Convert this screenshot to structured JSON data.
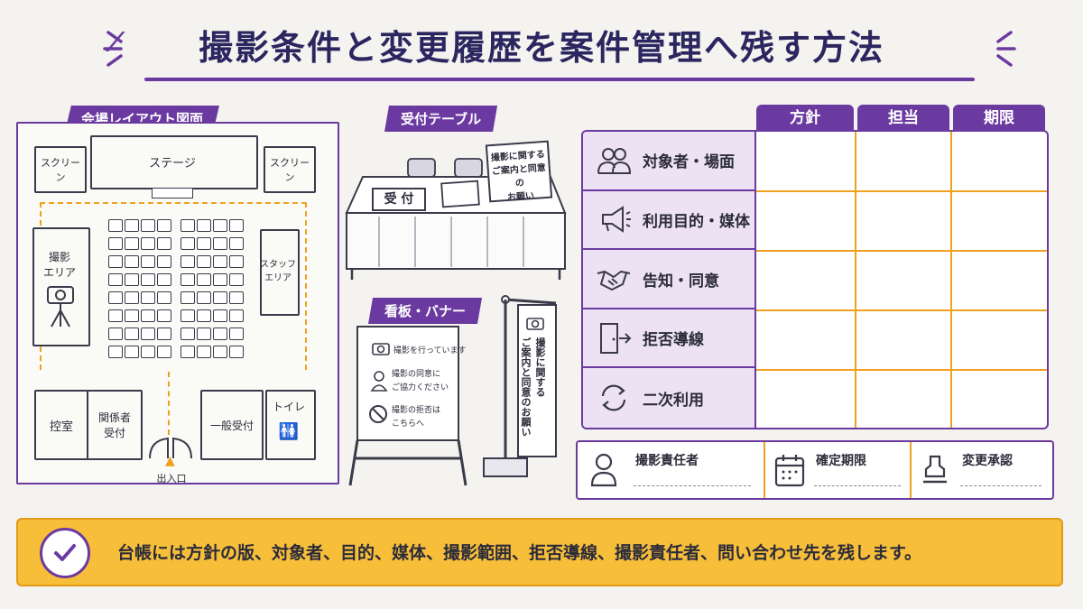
{
  "title": "撮影条件と変更履歴を案件管理へ残す方法",
  "venue": {
    "tag": "会場レイアウト図面",
    "screen_left": "スクリーン",
    "screen_right": "スクリーン",
    "stage": "ステージ",
    "shoot_area": "撮影\nエリア",
    "staff_area": "スタッフ\nエリア",
    "green_room": "控室",
    "staff_reception": "関係者\n受付",
    "general_reception": "一般受付",
    "toilet": "トイレ",
    "entrance": "出入口"
  },
  "reception": {
    "tag": "受付テーブル",
    "desk_label": "受 付",
    "sign": "撮影に関する\nご案内と同意の\nお願い"
  },
  "signboard": {
    "tag": "看板・バナー",
    "line1": "撮影を行っています",
    "line2": "撮影の同意に\nご協力ください",
    "line3": "撮影の拒否は\nこちらへ",
    "banner": "撮影に関する\nご案内と同意のお願い"
  },
  "matrix": {
    "headers": [
      "方針",
      "担当",
      "期限"
    ],
    "rows": [
      {
        "label": "対象者・場面",
        "icon": "people-icon"
      },
      {
        "label": "利用目的・媒体",
        "icon": "megaphone-icon"
      },
      {
        "label": "告知・同意",
        "icon": "handshake-icon"
      },
      {
        "label": "拒否導線",
        "icon": "exit-door-icon"
      },
      {
        "label": "二次利用",
        "icon": "cycle-icon"
      }
    ]
  },
  "info": [
    {
      "label": "撮影責任者",
      "icon": "person-icon"
    },
    {
      "label": "確定期限",
      "icon": "calendar-icon"
    },
    {
      "label": "変更承認",
      "icon": "stamp-icon"
    }
  ],
  "footer": "台帳には方針の版、対象者、目的、媒体、撮影範囲、拒否導線、撮影責任者、問い合わせ先を残します。",
  "colors": {
    "accent": "#6b3aa0",
    "highlight": "#f0a020",
    "footer_bg": "#f7be3a"
  }
}
